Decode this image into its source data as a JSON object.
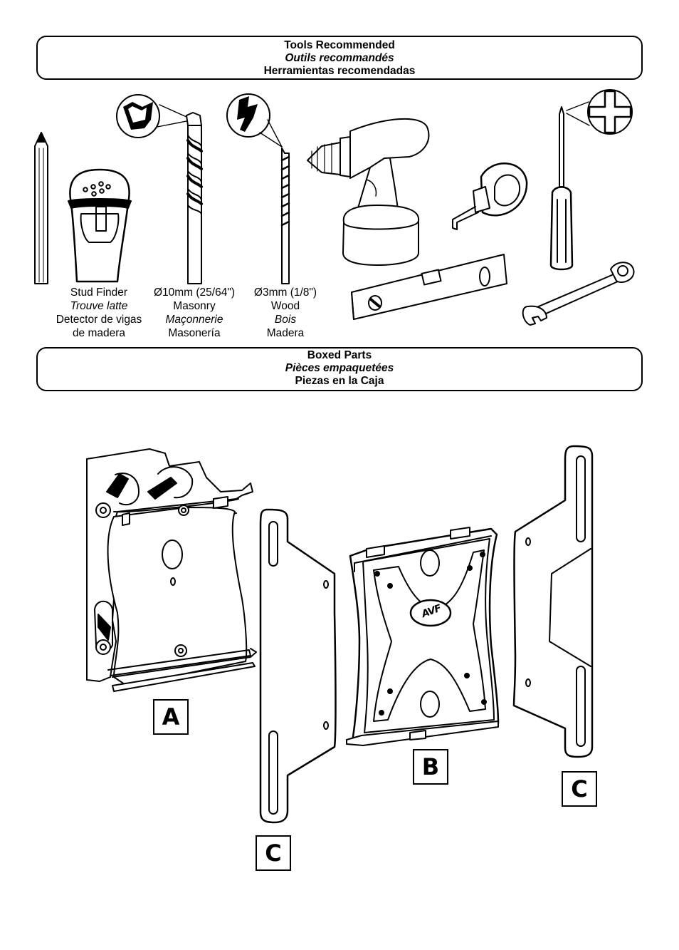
{
  "tools_header": {
    "line_en": "Tools Recommended",
    "line_fr": "Outils recommandés",
    "line_es": "Herramientas recomendadas"
  },
  "tool_captions": {
    "stud_finder": {
      "en": "Stud Finder",
      "fr": "Trouve latte",
      "es_1": "Detector de vigas",
      "es_2": "de madera"
    },
    "masonry_bit": {
      "size": "Ø10mm (25/64\")",
      "en": "Masonry",
      "fr": "Maçonnerie",
      "es": "Masonería"
    },
    "wood_bit": {
      "size": "Ø3mm (1/8\")",
      "en": "Wood",
      "fr": "Bois",
      "es": "Madera"
    }
  },
  "parts_header": {
    "line_en": "Boxed Parts",
    "line_fr": "Pièces empaquetées",
    "line_es": "Piezas en la Caja"
  },
  "part_labels": {
    "a": "A",
    "b": "B",
    "c_left": "C",
    "c_right": "C"
  },
  "plate_logo": "AVF",
  "icons": [
    "pencil-icon",
    "stud-finder-icon",
    "masonry-drill-bit-icon",
    "wood-drill-bit-icon",
    "cordless-drill-icon",
    "tape-measure-icon",
    "spirit-level-icon",
    "phillips-screwdriver-icon",
    "wrench-icon"
  ]
}
